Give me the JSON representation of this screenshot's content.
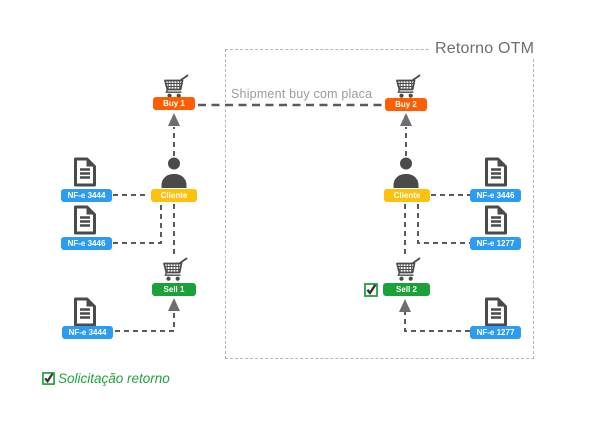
{
  "diagram": {
    "title": "Retorno OTM",
    "shipment_label": "Shipment buy com placa",
    "legend_label": "Solicitação retorno",
    "colors": {
      "buy_orange": "#FF5E00",
      "sell_green": "#1BA13A",
      "cliente_yellow": "#FCC00D",
      "nfe_blue": "#2B9CF2",
      "icon_gray": "#4A4A4A",
      "connector_gray": "#5A5A5A",
      "box_border_gray": "#B5B5B5",
      "label_gray": "#9B9B9B",
      "legend_green": "#1FA43C"
    },
    "left_flow": {
      "buy_label": "Buy 1",
      "cliente_label": "Cliente",
      "sell_label": "Sell 1",
      "nfe_top": "NF-e 3444",
      "nfe_mid": "NF-e 3446",
      "nfe_bottom": "NF-e 3444"
    },
    "right_flow": {
      "buy_label": "Buy 2",
      "cliente_label": "Cliente",
      "sell_label": "Sell 2",
      "nfe_top": "NF-e 3446",
      "nfe_mid": "NF-e 1277",
      "nfe_bottom": "NF-e 1277"
    }
  }
}
